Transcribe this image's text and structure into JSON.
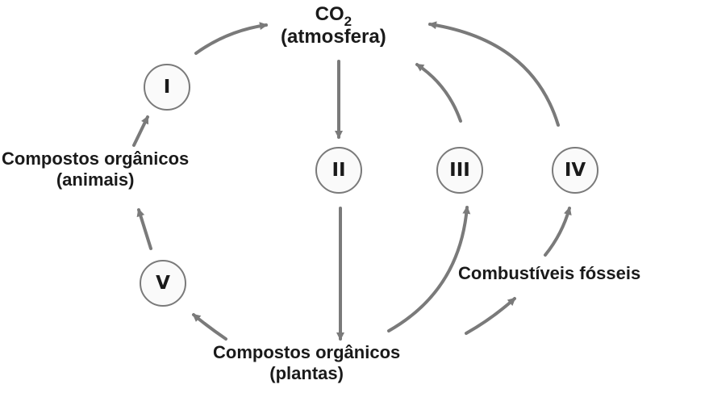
{
  "atmosphere": {
    "formula_main": "CO",
    "formula_sub": "2",
    "subtitle": "(atmosfera)"
  },
  "animals": {
    "line1": "Compostos orgânicos",
    "line2": "(animais)"
  },
  "plants": {
    "line1": "Compostos orgânicos",
    "line2": "(plantas)"
  },
  "fossils": {
    "label": "Combustíveis fósseis"
  },
  "processes": {
    "I": "I",
    "II": "II",
    "III": "III",
    "IV": "IV",
    "V": "V"
  },
  "colors": {
    "arrow": "#7a7a7a",
    "text": "#1a1a1a"
  }
}
